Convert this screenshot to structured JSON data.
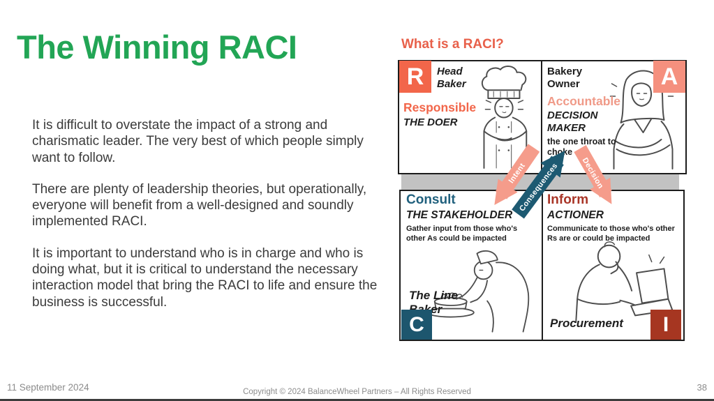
{
  "slide": {
    "title": "The Winning RACI",
    "body_paragraphs": [
      "It is difficult to overstate the impact of a strong and charismatic leader.  The very best of which people simply want to follow.",
      "There are plenty of leadership theories, but operationally, everyone will benefit from a well-designed and soundly implemented RACI.",
      "It is important to understand who is in charge and who is doing what, but it is critical to understand the necessary interaction model that bring the RACI to life and ensure the business is successful."
    ]
  },
  "diagram": {
    "heading": "What is a RACI?",
    "quadrants": [
      {
        "letter": "R",
        "role": "Head Baker",
        "raci_term": "Responsible",
        "descriptor": "THE DOER",
        "note": "",
        "badge_color": "#F2664A",
        "term_color": "#F2664A",
        "illustration": "head-baker"
      },
      {
        "letter": "A",
        "role": "Bakery Owner",
        "raci_term": "Accountable",
        "descriptor": "DECISION MAKER",
        "note": "the one throat to choke",
        "badge_color": "#F5907E",
        "term_color": "#F09A88",
        "illustration": "bakery-owner"
      },
      {
        "letter": "C",
        "raci_term": "Consult",
        "descriptor": "THE STAKEHOLDER",
        "note": "Gather input from those who's other As could be impacted",
        "role": "The Line Baker",
        "badge_color": "#1D566E",
        "term_color": "#20607D",
        "illustration": "line-baker"
      },
      {
        "letter": "I",
        "raci_term": "Inform",
        "descriptor": "ACTIONER",
        "note": "Communicate to those who's other Rs are or could be impacted",
        "role": "Procurement",
        "badge_color": "#A63621",
        "term_color": "#A93527",
        "illustration": "procurement"
      }
    ],
    "arrows": [
      {
        "label": "Intent",
        "color": "#F59C8B",
        "direction": "down-left"
      },
      {
        "label": "Consequences",
        "color": "#1D5A72",
        "direction": "up-right"
      },
      {
        "label": "Decision",
        "color": "#F59C8B",
        "direction": "down-right"
      }
    ]
  },
  "footer": {
    "date": "11 September 2024",
    "copyright": "Copyright © 2024 BalanceWheel Partners – All Rights Reserved",
    "page_number": "38"
  },
  "colors": {
    "title_green": "#22A555",
    "heading_orange": "#E8604A",
    "body_text": "#3B3B3B",
    "gray_bar": "#C2C2C2",
    "footer_gray": "#8C8C8C"
  }
}
